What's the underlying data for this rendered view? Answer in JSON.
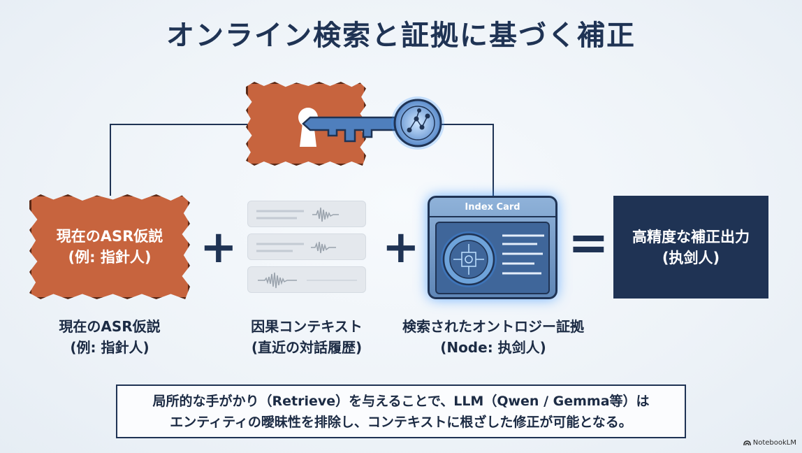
{
  "title": "オンライン検索と証拠に基づく補正",
  "asr_box": {
    "line1": "現在のASR仮説",
    "line2": "(例: 指針人)"
  },
  "index_card": {
    "header": "Index Card"
  },
  "output_box": {
    "line1": "高精度な補正出力",
    "line2": "(执剑人)"
  },
  "captions": {
    "asr": {
      "line1": "現在のASR仮説",
      "line2": "(例: 指針人)"
    },
    "context": {
      "line1": "因果コンテキスト",
      "line2": "(直近の対話履歴)"
    },
    "ontology": {
      "line1": "検索されたオントロジー証拠",
      "line2": "(Node: 执剑人)"
    }
  },
  "operators": {
    "plus": "+",
    "equals": "="
  },
  "note": {
    "line1": "局所的な手がかり（Retrieve）を与えることで、LLM（Qwen / Gemma等）は",
    "line2": "エンティティの曖昧性を排除し、コンテキストに根ざした修正が可能となる。"
  },
  "brand": "NotebookLM",
  "colors": {
    "navy": "#1f3354",
    "rust": "#c7643e",
    "glow": "#3c96ff",
    "card_blue": "#5f86b6"
  },
  "icons": [
    "keyhole-icon",
    "key-icon",
    "graph-node-icon",
    "waveform-icon",
    "network-circle-icon"
  ]
}
